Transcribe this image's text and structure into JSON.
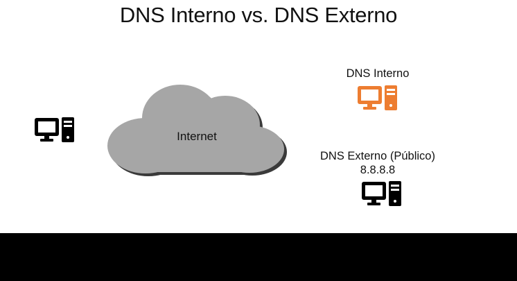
{
  "slide": {
    "title": "DNS Interno vs. DNS Externo",
    "cloud": {
      "label": "Internet",
      "color": "#a6a6a6",
      "icon": "cloud-icon"
    },
    "client": {
      "icon": "computer-icon",
      "color": "#000000"
    },
    "dns_internal": {
      "label": "DNS Interno",
      "icon": "computer-icon",
      "color": "#ed7d31"
    },
    "dns_external": {
      "label": "DNS Externo (Público)",
      "address": "8.8.8.8",
      "icon": "computer-icon",
      "color": "#000000"
    }
  }
}
